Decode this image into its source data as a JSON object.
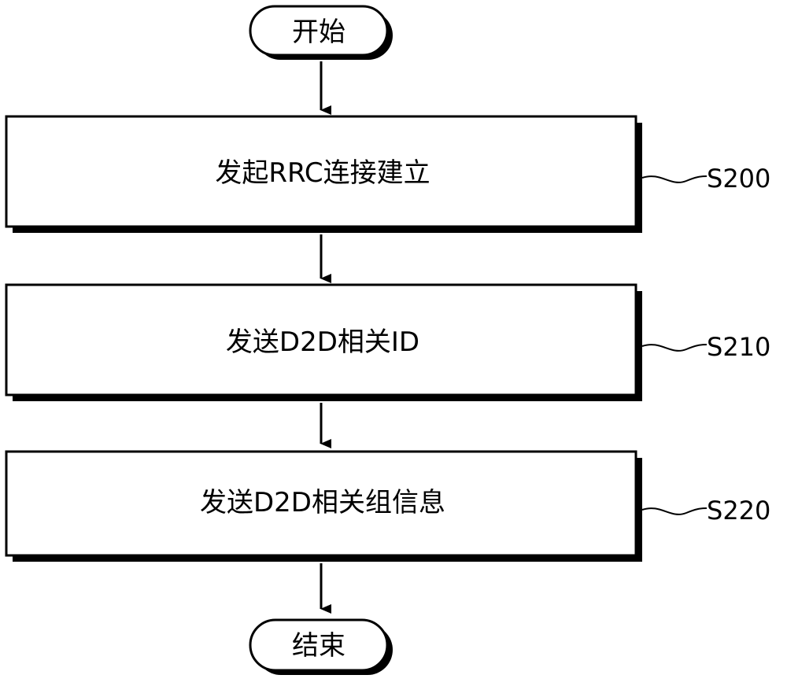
{
  "flowchart": {
    "start": {
      "label": "开始"
    },
    "steps": [
      {
        "label": "发起RRC连接建立",
        "step_id": "S200"
      },
      {
        "label": "发送D2D相关ID",
        "step_id": "S210"
      },
      {
        "label": "发送D2D相关组信息",
        "step_id": "S220"
      }
    ],
    "end": {
      "label": "结束"
    }
  }
}
